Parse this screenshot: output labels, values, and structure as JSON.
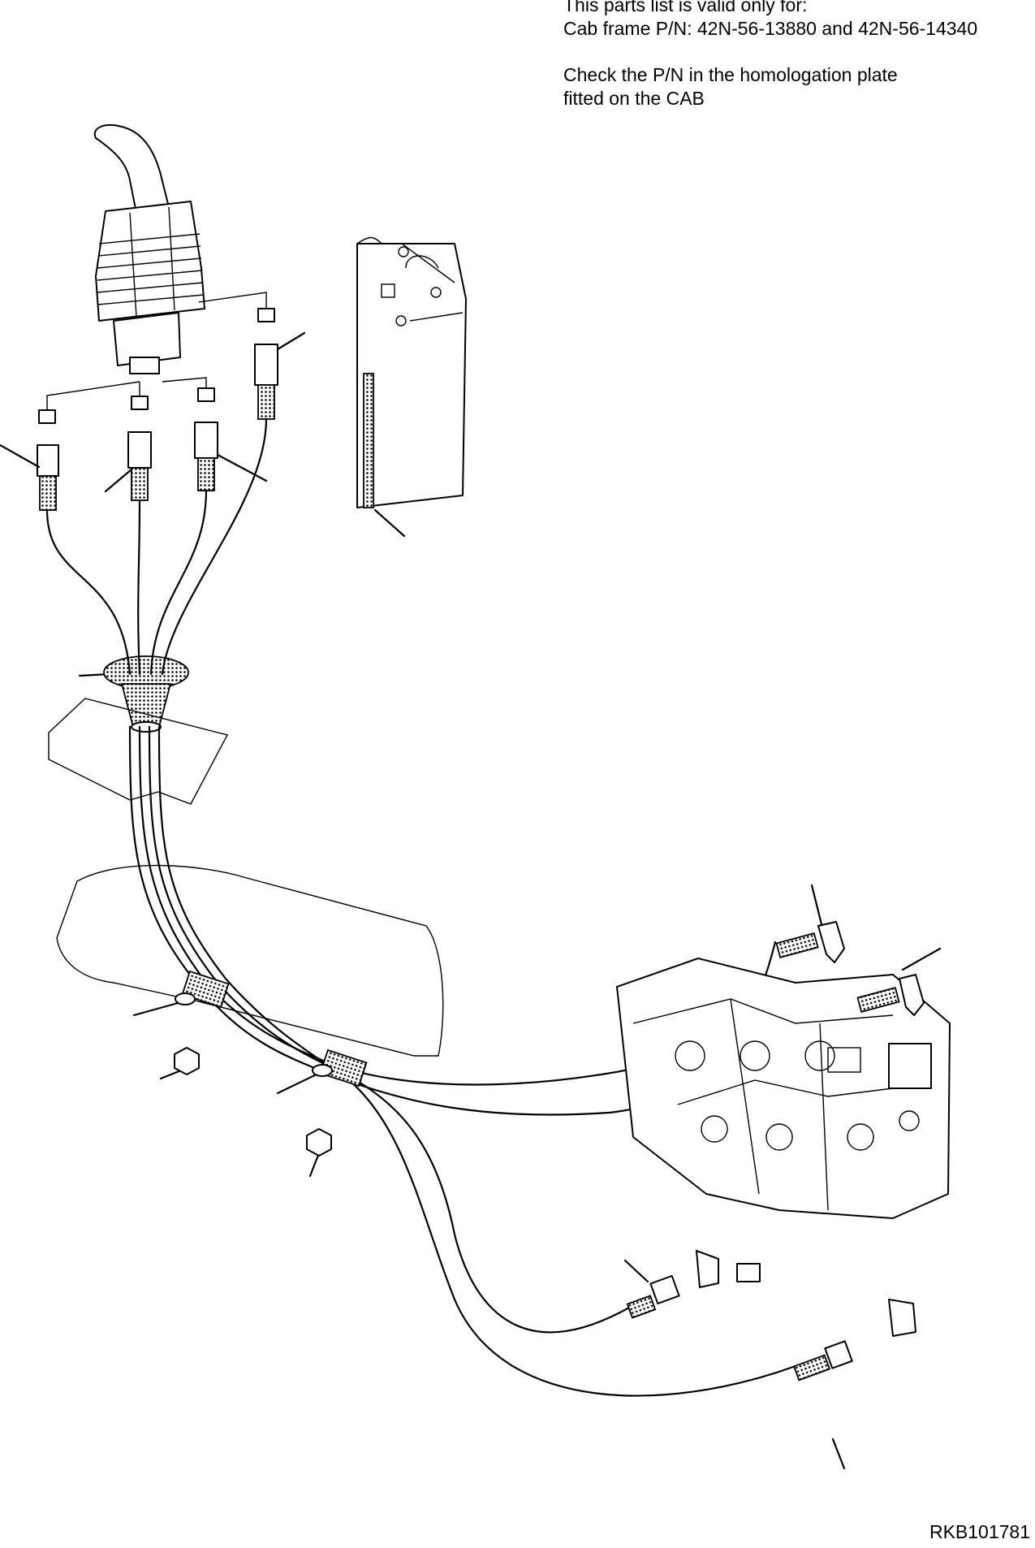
{
  "header": {
    "line1": "This parts list is valid only for:",
    "line2": "Cab frame P/N: 42N-56-13880 and 42N-56-14340",
    "line3": "Check the P/N in the homologation plate",
    "line4": "fitted on the CAB"
  },
  "footer": {
    "drawing_code": "RKB101781"
  }
}
